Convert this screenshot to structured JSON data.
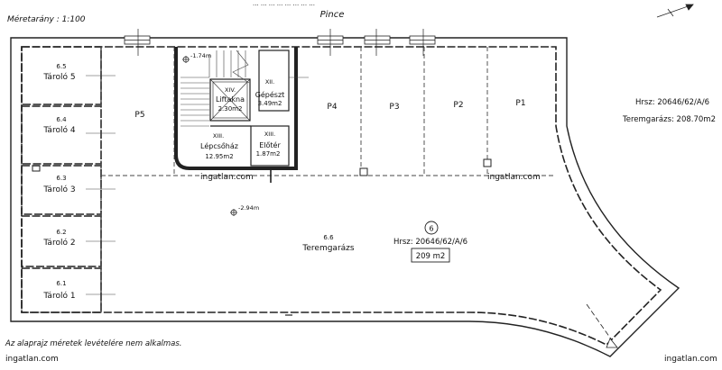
{
  "header": {
    "scale": "Méretarány : 1:100",
    "level": "Pince",
    "top_cut": "... ...   ... ... ... ... ... ..."
  },
  "rooms": {
    "storage": [
      {
        "num": "6.5",
        "name": "Tároló 5"
      },
      {
        "num": "6.4",
        "name": "Tároló 4"
      },
      {
        "num": "6.3",
        "name": "Tároló 3"
      },
      {
        "num": "6.2",
        "name": "Tároló 2"
      },
      {
        "num": "6.1",
        "name": "Tároló 1"
      }
    ],
    "parking": [
      "P5",
      "P4",
      "P3",
      "P2",
      "P1"
    ],
    "core": {
      "level_mark_stair": "-1.74m",
      "lift": {
        "num": "XIV.",
        "name": "Liftakna",
        "area": "2.30m2"
      },
      "stair": {
        "num": "XIII.",
        "name": "Lépcsőház",
        "area": "12.95m2"
      },
      "mech": {
        "num": "XII.",
        "name": "Gépészt",
        "area": "3.49m2"
      },
      "lobby": {
        "num": "XIII.",
        "name": "Előtér",
        "area": "1.87m2"
      }
    },
    "garage": {
      "num": "6.6",
      "name": "Teremgarázs",
      "level_mark": "-2.94m",
      "circle_no": "6",
      "hrsz": "Hrsz: 20646/62/A/6",
      "area_box": "209 m2"
    }
  },
  "side_info": {
    "hrsz": "Hrsz: 20646/62/A/6",
    "total": "Teremgarázs: 208.70m2"
  },
  "footer": {
    "disclaimer": "Az alaprajz méretek levételére nem alkalmas.",
    "watermark": "ingatlan.com"
  }
}
